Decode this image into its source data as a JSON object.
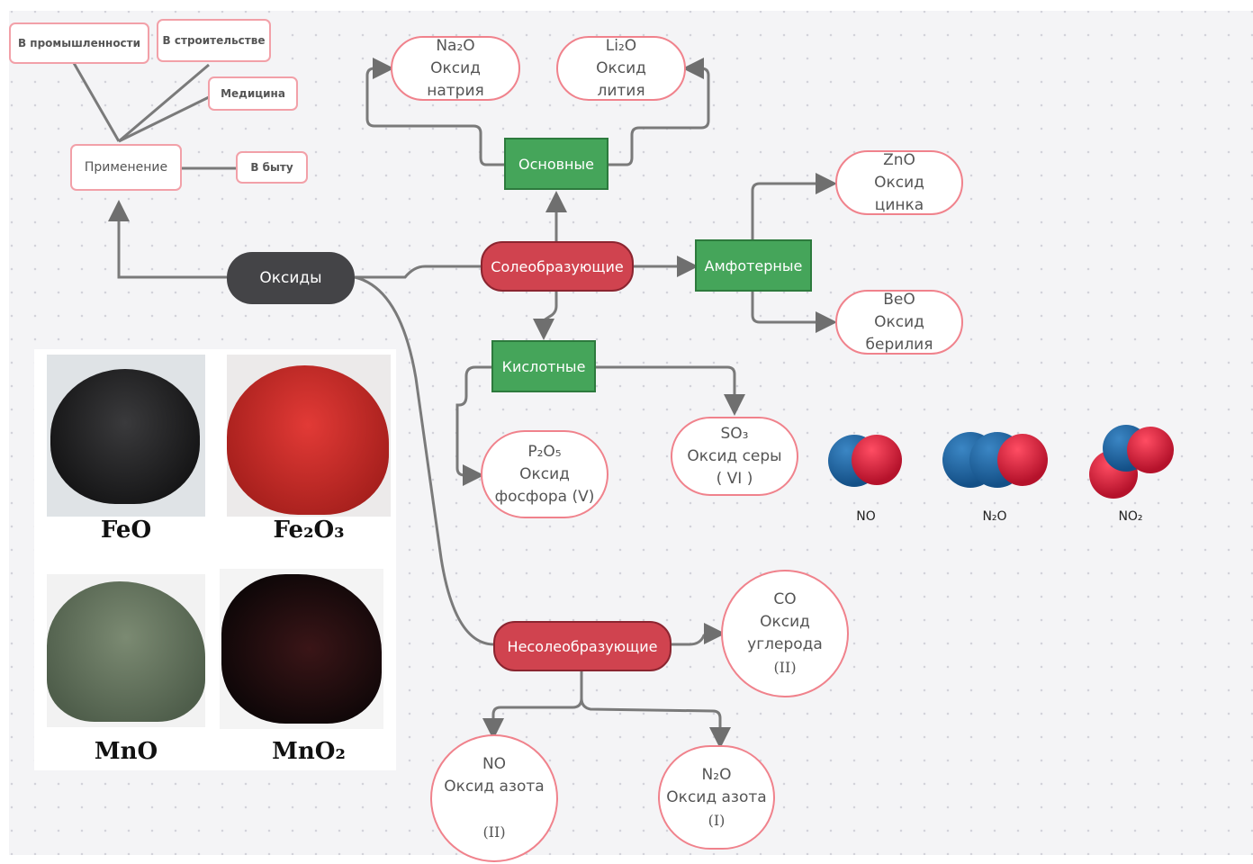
{
  "root": {
    "label": "Оксиды"
  },
  "usage": {
    "label": "Применение",
    "items": [
      "В промышленности",
      "В строительстве",
      "Медицина",
      "В быту"
    ]
  },
  "salt_forming": {
    "label": "Солеобразующие",
    "basic": {
      "label": "Основные",
      "examples": [
        {
          "formula": "Na₂O",
          "line1": "Оксид",
          "line2": "натрия"
        },
        {
          "formula": "Li₂O",
          "line1": "Оксид",
          "line2": "лития"
        }
      ]
    },
    "amphoteric": {
      "label": "Амфотерные",
      "examples": [
        {
          "formula": "ZnO",
          "line1": "Оксид",
          "line2": "цинка"
        },
        {
          "formula": "BeO",
          "line1": "Оксид",
          "line2": "берилия"
        }
      ]
    },
    "acidic": {
      "label": "Кислотные",
      "examples": [
        {
          "formula": "P₂O₅",
          "line1": "Оксид",
          "line2": "фосфора (V)"
        },
        {
          "formula": "SO₃",
          "line1": "Оксид серы",
          "line2": "( VI )"
        }
      ]
    }
  },
  "non_salt_forming": {
    "label": "Несолеобразующие",
    "examples": [
      {
        "formula": "CO",
        "line1": "Оксид",
        "line2": "углерода",
        "line3": "(II)"
      },
      {
        "formula": "NO",
        "line1": "Оксид азота",
        "line2": "",
        "line3": "(II)"
      },
      {
        "formula": "N₂O",
        "line1": "Оксид азота",
        "line2": "(I)"
      }
    ]
  },
  "molecules": [
    {
      "label": "NO"
    },
    {
      "label": "N₂O"
    },
    {
      "label": "NO₂"
    }
  ],
  "photos": [
    {
      "label": "FeO"
    },
    {
      "label": "Fe₂O₃"
    },
    {
      "label": "MnO"
    },
    {
      "label": "MnO₂"
    }
  ],
  "colors": {
    "red": "#d0434f",
    "green": "#45a55a",
    "dark": "#444447",
    "pink_border": "#f0828c"
  }
}
